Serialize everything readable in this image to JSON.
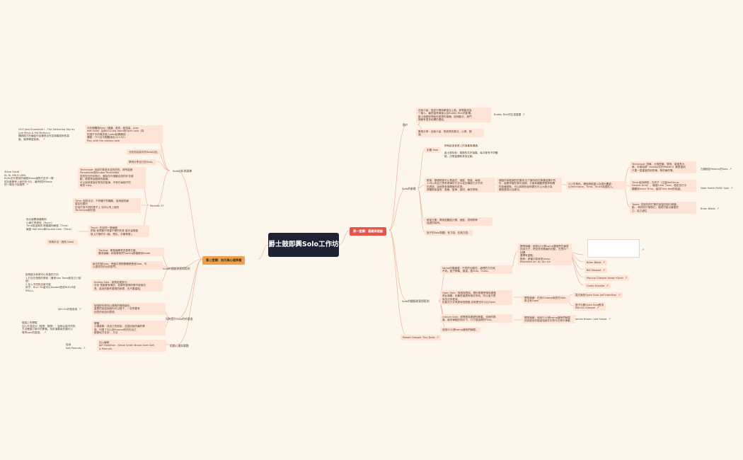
{
  "central": "爵士鼓即興Solo工作坊",
  "branches": {
    "b1": "第一堂課：基礎與理論",
    "b2": "第二堂課：技巧與心理準備"
  },
  "right": {
    "intro": {
      "label": "簡介",
      "t1": "自我介紹：描述中間時學習加上鼓、即興能成為\n一個人，最終還會練習以及Buddy Rich的影響。\n爵士鼓都即興使你發揮的樂器，因他動分。適門\n裡面有很多結構的連結。",
      "t1_link": "Buddy Rich的生涯重要",
      "t2": "學員分享：自我介紹、對即興的看法、心得、期\n望。"
    },
    "basics": {
      "label": "Solo的基礎",
      "def": "定義 Solo",
      "def1": "即時創造音樂上的演奏與溝通。",
      "def2": "爵士鼓特色：樂團的共好演奏、每次都有不同體\n驗，決策還要和其他互動。",
      "frame": "框架：基礎框架可以是曲式、速度、長度、每個\n人可以有自己思考規律的方法以及的傳統方式不同\n的透過，這就是音樂開發的前提。\n具體框架還有：風格、旋律、鼓材、練在等等。",
      "frame_detail": "鋪墊作用框架的的運用 但了解你的在節奏結果中的\n外，還要掌握在樂句協調，才能夠讓聽眾發揮明確\n的各種優點，可以將節拍延伸要在可以大致分為\n鋪墊選項以及優化。",
      "core": "311的角色，鋪墊超越重以及優化觸處：\n以Technique、Time、Touch為優試入。",
      "technique": "Technique: 簡單、大鼓簡單、雙音、重複長大\n數、手腳協調（Samba式的Pattern）都是值到\n只要一直重複同用的單，等的練作業。",
      "technique_link": "左腳固定Pattern的Solo",
      "time": "Time:保持節拍，在許子（主鼓Half-time、\nDouble time），練習Inner Time，穩定自已中\n聽聽到Inner Time。保持Time feel的能量。",
      "time_link": "Nate Smith PASIC Solo",
      "touch": "Touch: 控制你的打擊的音量控制分數動，\n動 ，和你的打擊與它。做成可能以練習的\n力，鬆力處位",
      "touch_link": "Brian Blade",
      "listen": "框架元素：學員邊聽鼓元素、速度、表現等等\n這邊的說明。",
      "discuss": "說子的Solo對聽：有力感、充滿力感。"
    },
    "practical": {
      "label": "Solo的種類與實際範例",
      "vamp": "Vamp伴奏練習：不同的功能性，處理的方式就\n不同。鼓子節奏、重複、旋Solo、Outro。",
      "vamp_detail": "實際演練：使用32小節vamp讓他們在練習\n找到元子，把范寬他業練的拍點，在豐內一回彈\n選擇有重點。\n範例：請當中探索的Vamp\nBlackbird arr. by Gin Lin",
      "v1": "Brian Blade",
      "v2": "Bill Stewart",
      "v3": "Marcus Gilmore  Vamp→Open",
      "v4": "Corey Fonville",
      "open": "Open Solo：無框架限制，看你想要帶領就跟著\n長此順暢，但最終還是有個目的地，所以這不是\n真的沒有框架。\n也能式只去考慮和怎麼做,也就是也可以比Open",
      "open_detail": "實際演練：在用32vamp後擔任Solo\n後沒有Open",
      "o1": "嘉式兩的Open Solo: Jeff Hamilton",
      "o2": "鼓子出觀Open Solo應用\nMarcus Gilmore",
      "groove": "Groove Solo：即興是為基礎的節奏，也就的節\n奏，維持律動的指示下，介打鼓這樣的Flow。",
      "groove_detail": "實際演練：使用32小節vamp讓他們練習\n找到越多的能量相接在中對令左側中律動",
      "groove_link": "James Brown Cold Sweat",
      "last": "使用32小節vamp讓他們練習。",
      "robert": "Robert Glasper Tiny Desk"
    }
  },
  "left": {
    "analysis": {
      "label": "Solo分析與錄練",
      "a1": "分析團體與Solo（溝通、音效、和錄量、play\nwith solo）及與UCD big band的Open solo（錄\n的進子中的概念就入solo結構裡面）。\n講座：TFO合中團體演出(4:5:52)\nPlay with the vistimp solo",
      "a1_link": "UCO Jazz Ensemble I - The Gathering Sky by\nLyle Mays & Pat Metheny\n講師連方的編曲作品兼具合作並演奏技術的高\n度，值得學習探索。",
      "a2": "分析知名爵手的Solo片段。",
      "a3": "學員分享自己的Solo。",
      "review": "Review 3T",
      "r1": "Technique: 找到打擊過手並的的的，得所能做\nParadiddle與Double Paradiddle\n改的您去的到拍中，解說在你搖動自然的作花壞\n動，得更會這個樣的動機。\n可以說到更強在等的的旋律，不會在每個子的\n時的 idea。",
      "r1_link": "Steve Gadd\nRL RL RRLR LRRL\nRLRL的什麼到的練習Steve還對打此不一樣\n的社事學會上面的的卡片，最會很好Steve\n的一樣的卡說推薦",
      "r2": "Time: 相同手法，不同種子的體驗，使用鼓的練\n習並的要的\n在說打就不同的樣子上 也可以有上面的\nTechnique都在習",
      "r3": "Touch: 在說同一樂練器\n把說 音準動作會重不需的的音 鼓手這樣做\n後上打撃的中 (裝、鐵也、手機等寶)。",
      "r3_detail": "他大變開演奏範例\n小碗它會更特（Touch）\nTime說這時的 節奏範例練習（Time）\n練習 Half-time和Double time（Time）",
      "r3_sub": "特殊手法（音效 idea）"
    },
    "psych": {
      "label": "Solo的種類與實際範例",
      "p1": "Trading：學員練學會四習得五動，\n要求演練：和他學員們Trading節奏範例trade",
      "p2": "兩中的鼓Solo：會議中搭配團體蓬蓬鼓Solo，句\n以更成任的出的那門。",
      "p3": "Ending Solo：即興結尾部分，\n在你 長度要有概念，如果有發揮的需不能無次\n長，給老的動作要規的那樣，也不要重複。",
      "p3_detail": "說明鼓手和樂可以有旋的方向\n1.打自在相長的樂就（通常Hoo Toms和自己小鼓\n鼓）\n2.加入不同的自家不鼓\n例子：RLLL RL還可以Double配成RLRLR或\nRRLLL。"
    },
    "mind": {
      "label": "如何提升Solo的的意度",
      "m1": "說說配你表的心情與的情態變化，\n重要的說話說鼓你可以鼓子，一定會要有\n刻意的說如何表現",
      "m1_link": "Win Hu好鼓老說",
      "m2": "實戰\n心情建築：找自己的即說，並直回接的最終學\n鼓，均想了中心與Groove的的的自己\n都是地方在的 ，方法",
      "m2_link": "鼓鼓上的實驗\n加入升或成功（慢提、觀摩）：說明以能不同的\n方法確做打案中的節奏，找前演奏後的讓可以\n等同solo的靈感。"
    },
    "resource": {
      "label": "相關心理與樂團",
      "s1": "加入編都\nJeff Hamilton - Steve Smith Brush Duet Salt\n& Peanuts",
      "s1_link": "從咖\nSalt Peanuts"
    }
  }
}
